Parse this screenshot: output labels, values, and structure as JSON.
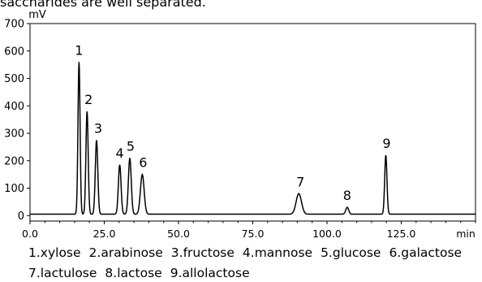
{
  "caption": "saccharides are well separated.",
  "chart_data": {
    "type": "line",
    "title": "",
    "xlabel": "min",
    "ylabel": "mV",
    "xlim": [
      0,
      150
    ],
    "ylim": [
      0,
      700
    ],
    "x_ticks": [
      0.0,
      25.0,
      50.0,
      75.0,
      100.0,
      125.0
    ],
    "x_tick_labels": [
      "0.0",
      "25.0",
      "50.0",
      "75.0",
      "100.0",
      "125.0"
    ],
    "y_ticks": [
      0,
      100,
      200,
      300,
      400,
      500,
      600,
      700
    ],
    "y_tick_labels": [
      "0",
      "100",
      "200",
      "300",
      "400",
      "500",
      "600",
      "700"
    ],
    "grid": false,
    "baseline": 5,
    "line_color": "#000000",
    "peaks": [
      {
        "label": "1",
        "x": 16.5,
        "y": 560
      },
      {
        "label": "2",
        "x": 19.2,
        "y": 380
      },
      {
        "label": "3",
        "x": 22.4,
        "y": 275
      },
      {
        "label": "4",
        "x": 30.2,
        "y": 185
      },
      {
        "label": "5",
        "x": 33.6,
        "y": 210
      },
      {
        "label": "6",
        "x": 37.8,
        "y": 150
      },
      {
        "label": "7",
        "x": 90.5,
        "y": 80
      },
      {
        "label": "8",
        "x": 106.8,
        "y": 30
      },
      {
        "label": "9",
        "x": 119.8,
        "y": 220
      }
    ],
    "legend": [
      [
        "1.xylose",
        "2.arabinose",
        "3.fructose",
        "4.mannose",
        "5.glucose",
        "6.galactose"
      ],
      [
        "7.lactulose",
        "8.lactose",
        "9.allolactose"
      ]
    ]
  }
}
